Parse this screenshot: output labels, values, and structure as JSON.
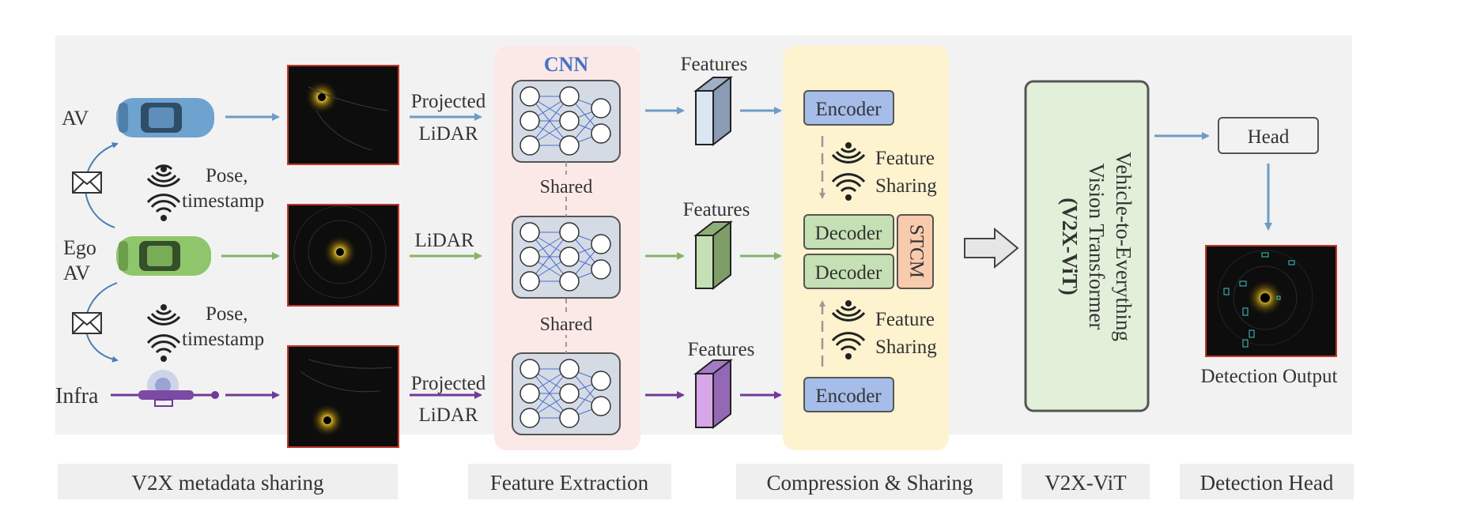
{
  "agents": {
    "av": "AV",
    "ego_line1": "Ego",
    "ego_line2": "AV",
    "infra": "Infra"
  },
  "metadata": {
    "pose_line1": "Pose,",
    "pose_line2": "timestamp"
  },
  "lidar_labels": {
    "projected_line1": "Projected",
    "projected_line2": "LiDAR",
    "ego": "LiDAR"
  },
  "feature_extraction": {
    "cnn_title": "CNN",
    "shared": "Shared",
    "features": "Features"
  },
  "compression": {
    "encoder": "Encoder",
    "decoder": "Decoder",
    "stcm": "STCM",
    "feature_sharing_line1": "Feature",
    "feature_sharing_line2": "Sharing"
  },
  "vit": {
    "line1": "Vehicle-to-Everything",
    "line2": "Vision Transformer",
    "line3": "(V2X-ViT)"
  },
  "head": {
    "label": "Head",
    "output": "Detection Output"
  },
  "stages": {
    "s1": "V2X metadata sharing",
    "s2": "Feature Extraction",
    "s3": "Compression & Sharing",
    "s4": "V2X-ViT",
    "s5": "Detection Head"
  },
  "colors": {
    "av_blue": "#6e9cc4",
    "ego_green": "#86b36a",
    "infra_purple": "#6f3a98",
    "cnn_panel": "#fbe9e7",
    "compression_panel": "#fdf3cf",
    "vit_panel": "#e2f0d9",
    "encoder_fill": "#a6bdea",
    "decoder_fill": "#c5e0b4",
    "stcm_fill": "#f8cbad",
    "cnn_title": "#4472c4"
  }
}
